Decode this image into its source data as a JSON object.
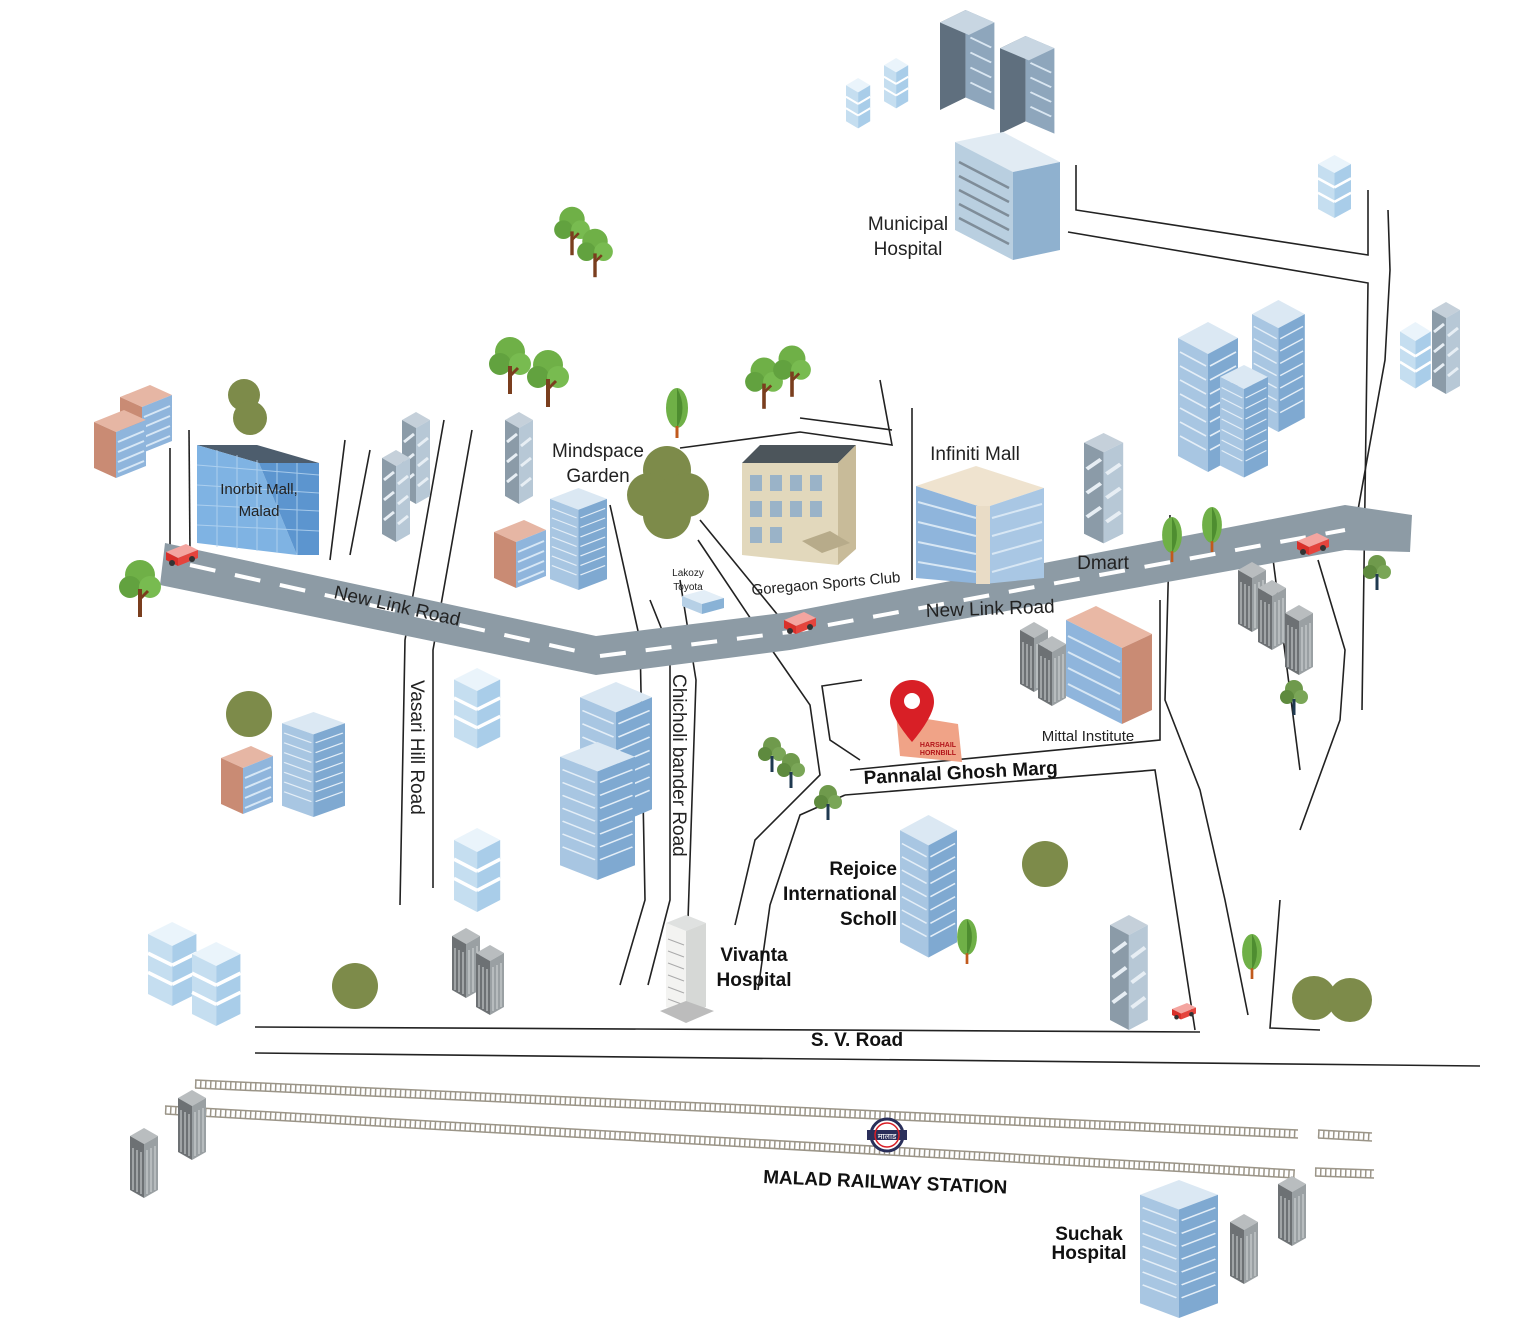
{
  "colors": {
    "road": "#8d9ba5",
    "road_dash": "#ffffff",
    "tree_green": "#7d8b4a",
    "tree_light": "#6fb047",
    "glass_blue": "#7fb3e3",
    "pin_red": "#d81f26",
    "pin_tag": "#f0a387",
    "rail": "#9b9588"
  },
  "roads": {
    "new_link_road_west": "New Link Road",
    "new_link_road_east": "New Link Road",
    "vasari_hill_road": "Vasari Hill Road",
    "chicholi_bander_road": "Chicholi bander Road",
    "pannalal_ghosh_marg": "Pannalal Ghosh Marg",
    "sv_road": "S. V. Road"
  },
  "landmarks": {
    "inorbit_mall_line1": "Inorbit Mall,",
    "inorbit_mall_line2": "Malad",
    "mindspace_garden_line1": "Mindspace",
    "mindspace_garden_line2": "Garden",
    "lakozy_toyota_line1": "Lakozy",
    "lakozy_toyota_line2": "Toyota",
    "goregaon_sports_club": "Goregaon Sports Club",
    "infiniti_mall": "Infiniti Mall",
    "dmart": "Dmart",
    "municipal_hospital_line1": "Municipal",
    "municipal_hospital_line2": "Hospital",
    "mittal_institute": "Mittal Institute",
    "rejoice_school_line1": "Rejoice",
    "rejoice_school_line2": "International",
    "rejoice_school_line3": "Scholl",
    "vivanta_hospital_line1": "Vivanta",
    "vivanta_hospital_line2": "Hospital",
    "malad_railway_station": "MALAD RAILWAY STATION",
    "suchak_hospital_line1": "Suchak",
    "suchak_hospital_line2": "Hospital"
  },
  "project": {
    "tag_line1": "HARSHAIL",
    "tag_line2": "HORNBILL",
    "pin_icon": "location-pin-icon"
  },
  "station_badge": "मालाड"
}
